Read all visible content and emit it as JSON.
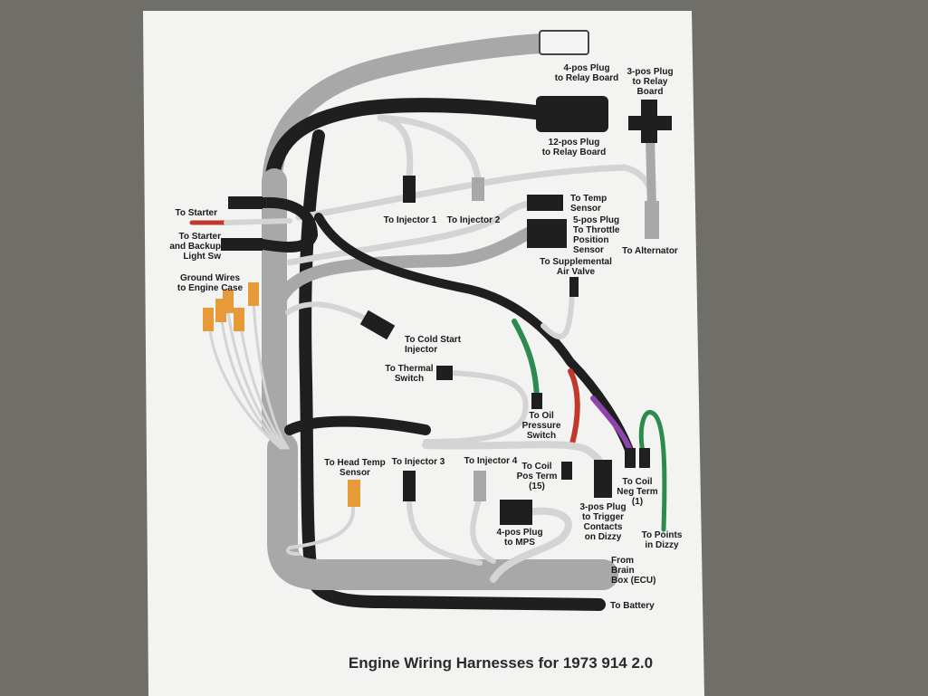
{
  "diagram": {
    "title": "Engine Wiring Harnesses for 1973 914 2.0",
    "colors": {
      "paper": "#f3f3f1",
      "gray_harness": "#a8a8a8",
      "black_harness": "#1f1f1f",
      "wire_light": "#d4d4d4",
      "red": "#c0392b",
      "green": "#2e8b4f",
      "purple": "#8e44ad",
      "orange": "#e69a3a"
    },
    "labels": {
      "plug_4pos_relay": [
        "4-pos Plug",
        "to Relay Board"
      ],
      "plug_3pos_relay": [
        "3-pos Plug",
        "to Relay",
        "Board"
      ],
      "plug_12pos_relay": [
        "12-pos Plug",
        "to Relay Board"
      ],
      "to_starter": [
        "To Starter"
      ],
      "to_starter_backup": [
        "To Starter",
        "and Backup",
        "Light Sw"
      ],
      "to_injector_1": [
        "To Injector 1"
      ],
      "to_injector_2": [
        "To Injector 2"
      ],
      "to_temp_sensor": [
        "To Temp",
        "Sensor"
      ],
      "plug_5pos_throttle": [
        "5-pos Plug",
        "To Throttle",
        "Position",
        "Sensor"
      ],
      "to_alternator": [
        "To Alternator"
      ],
      "to_supplemental_air": [
        "To Supplemental",
        "Air Valve"
      ],
      "ground_wires": [
        "Ground Wires",
        "to Engine Case"
      ],
      "to_cold_start": [
        "To Cold Start",
        "Injector"
      ],
      "to_thermal_switch": [
        "To Thermal",
        "Switch"
      ],
      "to_oil_pressure": [
        "To Oil",
        "Pressure",
        "Switch"
      ],
      "to_head_temp": [
        "To Head Temp",
        "Sensor"
      ],
      "to_injector_3": [
        "To Injector 3"
      ],
      "to_injector_4": [
        "To Injector 4"
      ],
      "to_coil_pos": [
        "To Coil",
        "Pos Term",
        "(15)"
      ],
      "to_coil_neg": [
        "To Coil",
        "Neg Term",
        "(1)"
      ],
      "plug_3pos_trigger": [
        "3-pos Plug",
        "to Trigger",
        "Contacts",
        "on Dizzy"
      ],
      "plug_4pos_mps": [
        "4-pos Plug",
        "to MPS"
      ],
      "to_points": [
        "To Points",
        "in Dizzy"
      ],
      "from_brain_box": [
        "From",
        "Brain",
        "Box (ECU)"
      ],
      "to_battery": [
        "To Battery"
      ]
    }
  }
}
